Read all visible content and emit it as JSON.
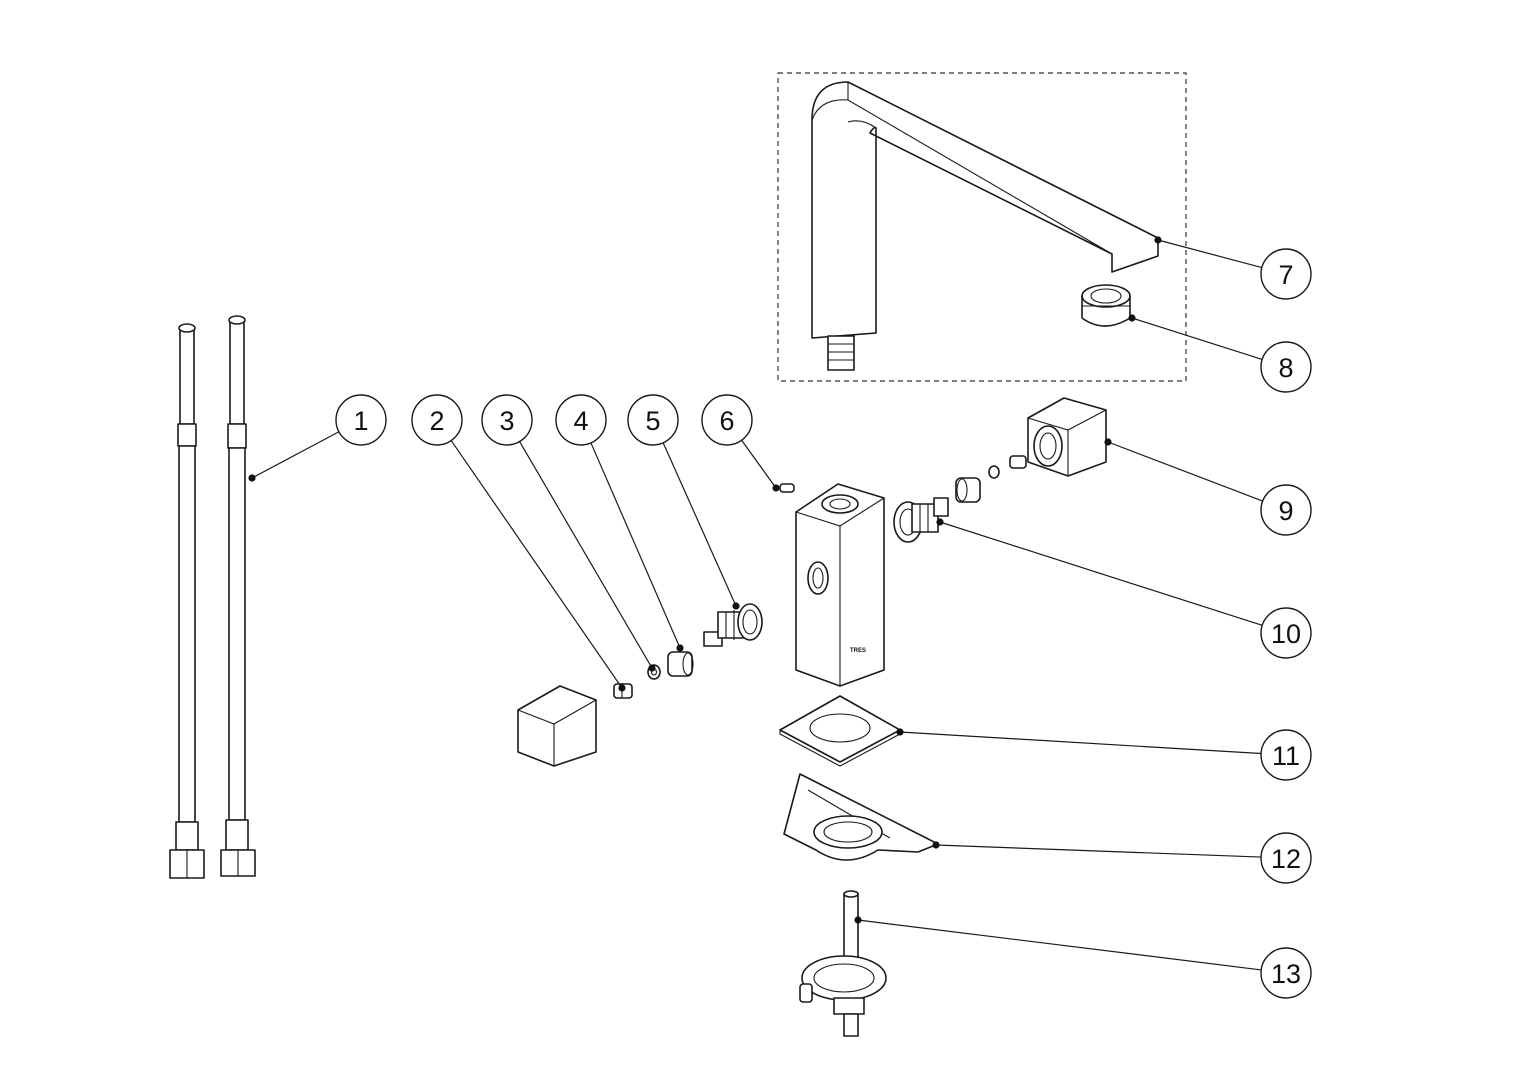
{
  "diagram": {
    "brand_mark": "TRES",
    "callouts": [
      {
        "id": 1,
        "label": "1"
      },
      {
        "id": 2,
        "label": "2"
      },
      {
        "id": 3,
        "label": "3"
      },
      {
        "id": 4,
        "label": "4"
      },
      {
        "id": 5,
        "label": "5"
      },
      {
        "id": 6,
        "label": "6"
      },
      {
        "id": 7,
        "label": "7"
      },
      {
        "id": 8,
        "label": "8"
      },
      {
        "id": 9,
        "label": "9"
      },
      {
        "id": 10,
        "label": "10"
      },
      {
        "id": 11,
        "label": "11"
      },
      {
        "id": 12,
        "label": "12"
      },
      {
        "id": 13,
        "label": "13"
      }
    ]
  }
}
